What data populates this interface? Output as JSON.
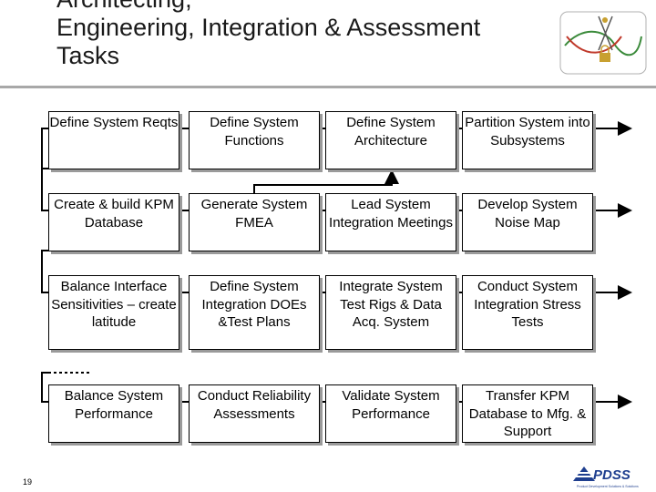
{
  "slide": {
    "title_lines": [
      "Architecting,",
      "Engineering, Integration & Assessment",
      "Tasks"
    ],
    "page_number": "19",
    "footer_logo_text": "PDSS",
    "footer_logo_tagline": "Product Development Solutions & Solutions"
  },
  "rows": [
    {
      "boxes": [
        {
          "label": "Define System Reqts"
        },
        {
          "label": "Define System Functions"
        },
        {
          "label": "Define System Architecture"
        },
        {
          "label": "Partition System into Subsystems"
        }
      ]
    },
    {
      "boxes": [
        {
          "label": "Create & build KPM Database"
        },
        {
          "label": "Generate System FMEA"
        },
        {
          "label": "Lead System Integration Meetings"
        },
        {
          "label": "Develop System Noise Map"
        }
      ]
    },
    {
      "boxes": [
        {
          "label": "Balance Interface Sensitivities – create latitude"
        },
        {
          "label": "Define System Integration DOEs &Test Plans"
        },
        {
          "label": "Integrate System Test Rigs & Data Acq. System"
        },
        {
          "label": "Conduct System Integration Stress Tests"
        }
      ]
    },
    {
      "boxes": [
        {
          "label": "Balance System Performance"
        },
        {
          "label": "Conduct Reliability Assessments"
        },
        {
          "label": "Validate System Performance"
        },
        {
          "label": "Transfer KPM Database to Mfg. & Support"
        }
      ]
    }
  ],
  "colors": {
    "box_border": "#000000",
    "shadow": "#9a9a9a",
    "rule": "#a8a8a8",
    "logo_blue": "#1f3f8f"
  }
}
